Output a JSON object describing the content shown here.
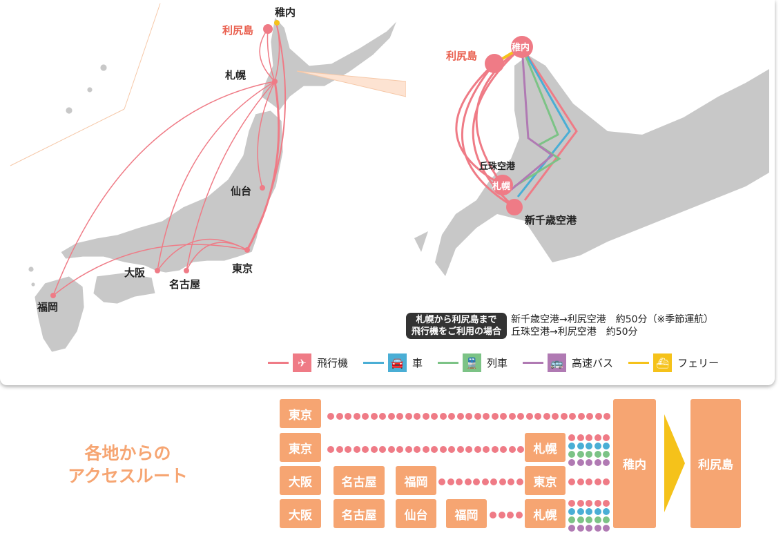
{
  "colors": {
    "plane": "#ef7b86",
    "car": "#4aaed5",
    "train": "#7cc386",
    "bus": "#b07ab3",
    "ferry": "#f5c21a",
    "box": "#f6a572"
  },
  "map": {
    "cities": {
      "wakkanai": "稚内",
      "rishiri": "利尻島",
      "sapporo": "札幌",
      "sendai": "仙台",
      "tokyo": "東京",
      "nagoya": "名古屋",
      "osaka": "大阪",
      "fukuoka": "福岡"
    },
    "inset": {
      "wakkanai": "稚内",
      "rishiri": "利尻島",
      "sapporo": "札幌",
      "okadama": "丘珠空港",
      "shinchitose": "新千歳空港"
    }
  },
  "note": {
    "badge_line1": "札幌から利尻島まで",
    "badge_line2": "飛行機をご利用の場合",
    "route1": "新千歳空港→利尻空港　約50分（※季節運航）",
    "route2": "丘珠空港→利尻空港　約50分"
  },
  "legend": [
    {
      "label": "飛行機",
      "icon": "airplane-icon",
      "glyph": "✈",
      "color": "#ef7b86"
    },
    {
      "label": "車",
      "icon": "car-icon",
      "glyph": "🚘",
      "color": "#4aaed5"
    },
    {
      "label": "列車",
      "icon": "train-icon",
      "glyph": "🚆",
      "color": "#7cc386"
    },
    {
      "label": "高速バス",
      "icon": "bus-icon",
      "glyph": "🚌",
      "color": "#b07ab3"
    },
    {
      "label": "フェリー",
      "icon": "ferry-icon",
      "glyph": "⛴",
      "color": "#f5c21a"
    }
  ],
  "routes": {
    "title_line1": "各地からの",
    "title_line2": "アクセスルート",
    "rows": [
      {
        "boxes": [
          "東京"
        ]
      },
      {
        "boxes": [
          "東京",
          "札幌"
        ]
      },
      {
        "boxes": [
          "大阪",
          "名古屋",
          "福岡",
          "東京"
        ]
      },
      {
        "boxes": [
          "大阪",
          "名古屋",
          "仙台",
          "福岡",
          "札幌"
        ]
      }
    ],
    "hub": "稚内",
    "destination": "利尻島"
  }
}
